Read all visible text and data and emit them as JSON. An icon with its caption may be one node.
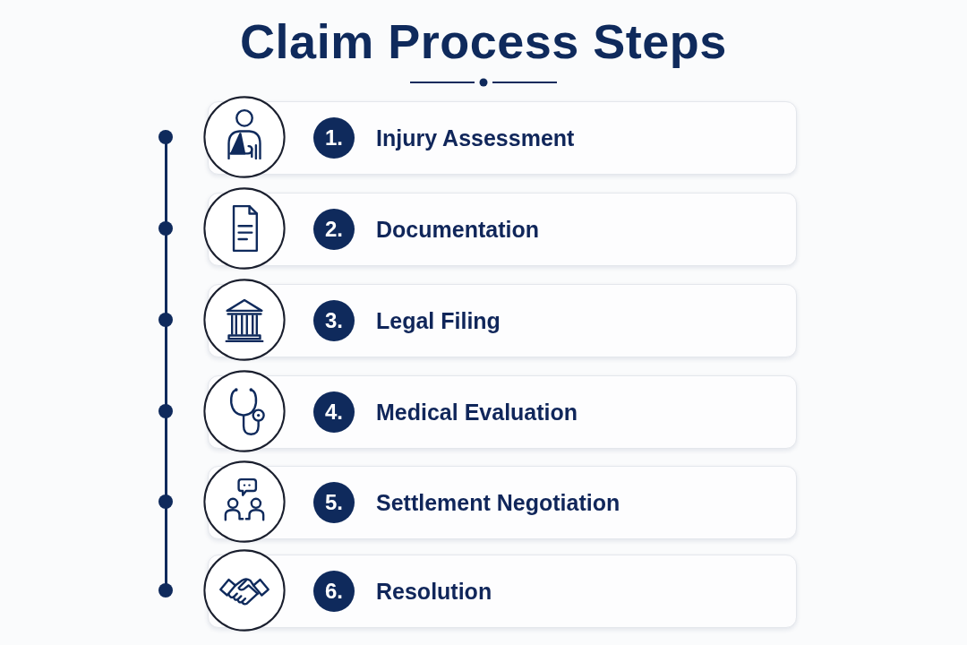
{
  "diagram": {
    "title": "Claim Process Steps",
    "nodes": [
      {
        "text": [
          "Injury Assessment"
        ]
      },
      {
        "text": [
          "1."
        ],
        "in": 0
      },
      {
        "text": [
          "Documentation"
        ]
      },
      {
        "text": [
          "2."
        ],
        "in": 2
      },
      {
        "text": [
          "Legal Filing"
        ]
      },
      {
        "text": [
          "3."
        ],
        "in": 4
      },
      {
        "text": [
          "Medical Evaluation"
        ]
      },
      {
        "text": [
          "4."
        ],
        "in": 6
      },
      {
        "text": [
          "Settlement Negotiation"
        ]
      },
      {
        "text": [
          "5."
        ],
        "in": 8
      },
      {
        "text": [
          "Resolution"
        ]
      },
      {
        "text": [
          "6."
        ],
        "in": 10
      }
    ]
  }
}
